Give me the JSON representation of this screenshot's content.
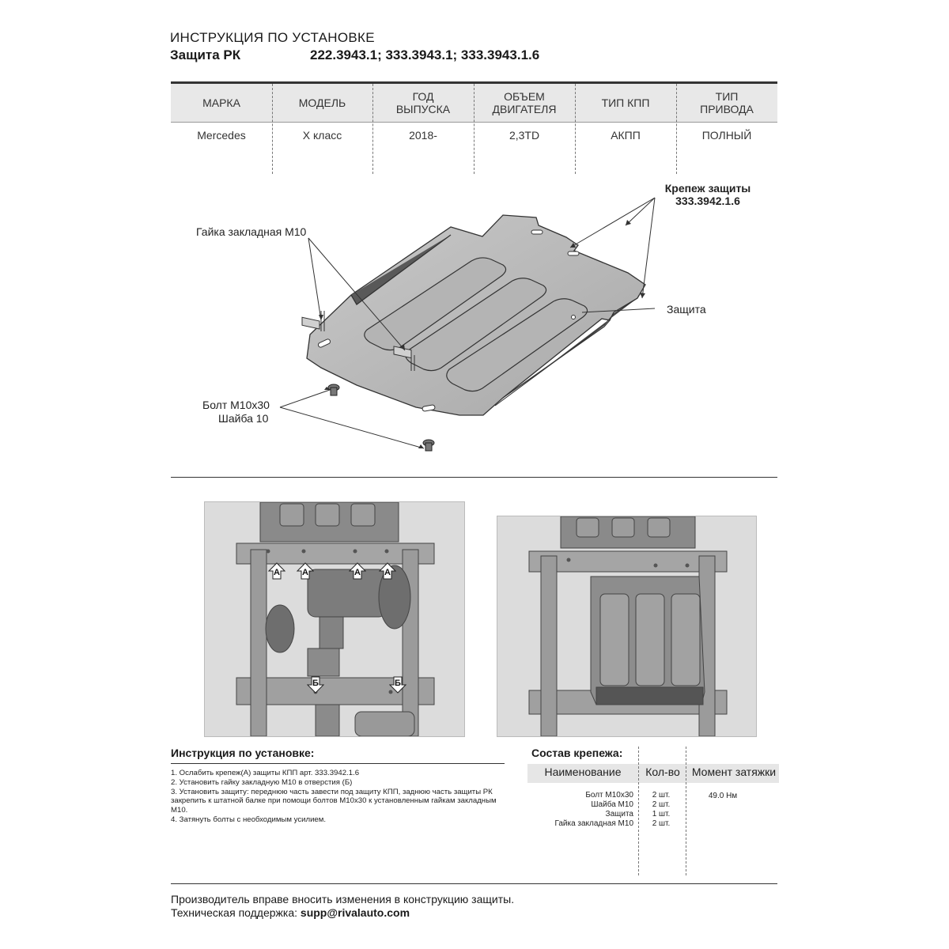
{
  "header": {
    "title": "ИНСТРУКЦИЯ ПО УСТАНОВКЕ",
    "product": "Защита РК",
    "articles": "222.3943.1; 333.3943.1; 333.3943.1.6"
  },
  "vehicle_table": {
    "columns": [
      {
        "header": [
          "МАРКА"
        ],
        "value": "Mercedes"
      },
      {
        "header": [
          "МОДЕЛЬ"
        ],
        "value": "X класс"
      },
      {
        "header": [
          "ГОД",
          "ВЫПУСКА"
        ],
        "value": "2018-"
      },
      {
        "header": [
          "ОБЪЕМ",
          "ДВИГАТЕЛЯ"
        ],
        "value": "2,3TD"
      },
      {
        "header": [
          "ТИП КПП"
        ],
        "value": "АКПП"
      },
      {
        "header": [
          "ТИП",
          "ПРИВОДА"
        ],
        "value": "ПОЛНЫЙ"
      }
    ]
  },
  "diagram": {
    "label_nut": "Гайка закладная М10",
    "label_fastener": [
      "Крепеж защиты",
      "333.3942.1.6"
    ],
    "label_guard": "Защита",
    "label_bolt": "Болт М10х30",
    "label_washer": "Шайба 10"
  },
  "photos": {
    "tag_a": "А",
    "tag_b": "Б"
  },
  "instructions": {
    "title": "Инструкция по установке:",
    "steps": [
      "1. Ослабить крепеж(А) защиты КПП арт. 333.3942.1.6",
      "2. Установить гайку закладную М10 в отверстия (Б)",
      "3. Установить защиту: переднюю часть завести под защиту КПП, заднюю часть защиты РК закрепить к штатной балке при помощи болтов М10х30 к установленным гайкам закладным М10.",
      "4. Затянуть болты с необходимым усилием."
    ]
  },
  "fasteners": {
    "title": "Состав крепежа:",
    "headers": {
      "name": "Наименование",
      "qty": "Кол-во",
      "torque": "Момент затяжки"
    },
    "rows": [
      {
        "name": "Болт М10х30",
        "qty": "2 шт.",
        "torque": "49.0 Нм"
      },
      {
        "name": "Шайба М10",
        "qty": "2 шт.",
        "torque": ""
      },
      {
        "name": "Защита",
        "qty": "1 шт.",
        "torque": ""
      },
      {
        "name": "Гайка закладная М10",
        "qty": "2 шт.",
        "torque": ""
      }
    ]
  },
  "footer": {
    "line1": "Производитель вправе вносить изменения в конструкцию защиты.",
    "support_label": "Техническая поддержка: ",
    "support_email": "supp@rivalauto.com"
  }
}
